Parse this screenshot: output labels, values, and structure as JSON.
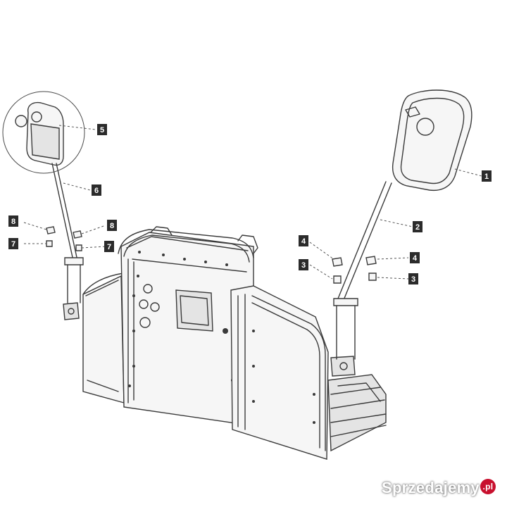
{
  "callouts": {
    "c1": "1",
    "c2": "2",
    "c3_right": "3",
    "c3_left": "3",
    "c4_left": "4",
    "c4_right": "4",
    "c5": "5",
    "c6": "6",
    "c7_left": "7",
    "c7_right": "7",
    "c8_left": "8",
    "c8_right": "8"
  },
  "watermark": {
    "brand": "Sprzedajemy",
    "suffix": ".pl"
  }
}
